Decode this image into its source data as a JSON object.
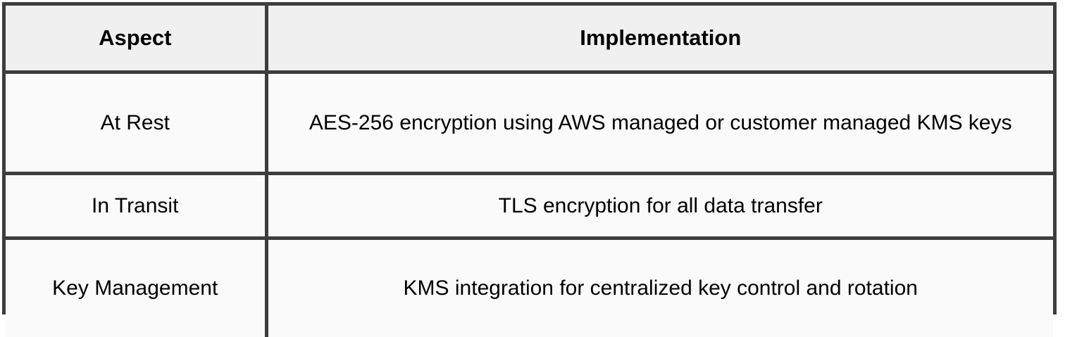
{
  "table": {
    "columns": [
      {
        "key": "aspect",
        "header": "Aspect"
      },
      {
        "key": "implementation",
        "header": "Implementation"
      }
    ],
    "rows": [
      {
        "aspect": "At Rest",
        "implementation": "AES-256 encryption using AWS managed or customer managed KMS keys"
      },
      {
        "aspect": "In Transit",
        "implementation": "TLS encryption for all data transfer"
      },
      {
        "aspect": "Key Management",
        "implementation": "KMS integration for centralized key control and rotation"
      }
    ]
  },
  "style": {
    "border_color": "#3d3d3d",
    "header_background": "#f0f0f0",
    "body_background": "#fafafa",
    "text_color": "#000000",
    "page_background": "#ffffff"
  }
}
